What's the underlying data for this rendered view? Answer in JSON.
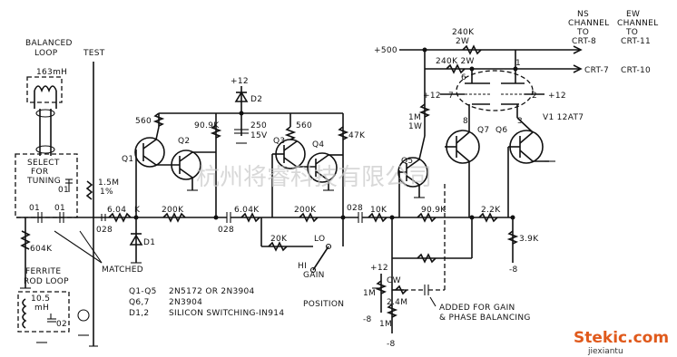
{
  "labels": {
    "balanced_loop": [
      "BALANCED",
      "LOOP"
    ],
    "test": "TEST",
    "loop_inductance": "163mH",
    "select_for_tuning": [
      "SELECT",
      "FOR",
      "TUNING"
    ],
    "cap_01": "01",
    "r_604k_left": "604K",
    "ferrite": [
      "FERRITE",
      "ROD LOOP"
    ],
    "ferrite_l": [
      "10.5",
      "mH"
    ],
    "ferrite_cap": "02",
    "matched": "MATCHED",
    "r_15m": [
      "1.5M",
      "1%"
    ],
    "r_604k_1": "6.04",
    "k_suffix": "K",
    "c_028_1": "028",
    "d1": "D1",
    "q1": "Q1",
    "q2": "Q2",
    "q3": "Q3",
    "q4": "Q4",
    "q5": "Q5",
    "q6": "Q6",
    "q7": "Q7",
    "r_560_1": "560",
    "r_909k_1": "90.9K",
    "r_200k_1": "200K",
    "c_028_2": "028",
    "r_604k_2": "6.04K",
    "plus12_d2": "+12",
    "d2": "D2",
    "c_250": [
      "250",
      "15V"
    ],
    "r_560_2": "560",
    "r_47k": "47K",
    "r_200k_2": "200K",
    "r_20k": "20K",
    "lo": "LO",
    "hi": "HI",
    "gain": "GAIN",
    "c_028_3": "028",
    "r_10k": "10K",
    "r_909k_2": "90.9K",
    "r_22k": "2.2K",
    "r_39k": "3.9K",
    "minus8_1": "-8",
    "plus500": "+500",
    "r_240k_1": [
      "240K",
      "2W"
    ],
    "r_240k_2": "240K 2W",
    "ns_channel": [
      "NS",
      "CHANNEL",
      "TO",
      "CRT-8"
    ],
    "ew_channel": [
      "EW",
      "CHANNEL",
      "TO",
      "CRT-11"
    ],
    "crt7": "CRT-7",
    "crt10": "CRT-10",
    "r_1m_1w": [
      "1M",
      "1W"
    ],
    "plus12_a": "+12",
    "plus12_b": "+12",
    "v1": "V1 12AT7",
    "pin6": "6",
    "pin1": "1",
    "pin7": "7",
    "pin2": "2",
    "pin8": "8",
    "pin3": "3",
    "plus12_pos": "+12",
    "cw": "CW",
    "im_1": "1M",
    "position": "POSITION",
    "r_24m": "2.4M",
    "minus8_2": "-8",
    "im_2": "1M",
    "minus8_3": "-8",
    "added_note": [
      "ADDED FOR GAIN",
      "& PHASE BALANCING"
    ],
    "parts": [
      [
        "Q1-Q5",
        "2N5172 OR 2N3904"
      ],
      [
        "Q6,7",
        "2N3904"
      ],
      [
        "D1,2",
        "SILICON SWITCHING-IN914"
      ]
    ]
  },
  "watermark": "杭州将睿科技有限公司",
  "logo": {
    "name": "Stekic.com",
    "sub": "jiexiantu"
  }
}
